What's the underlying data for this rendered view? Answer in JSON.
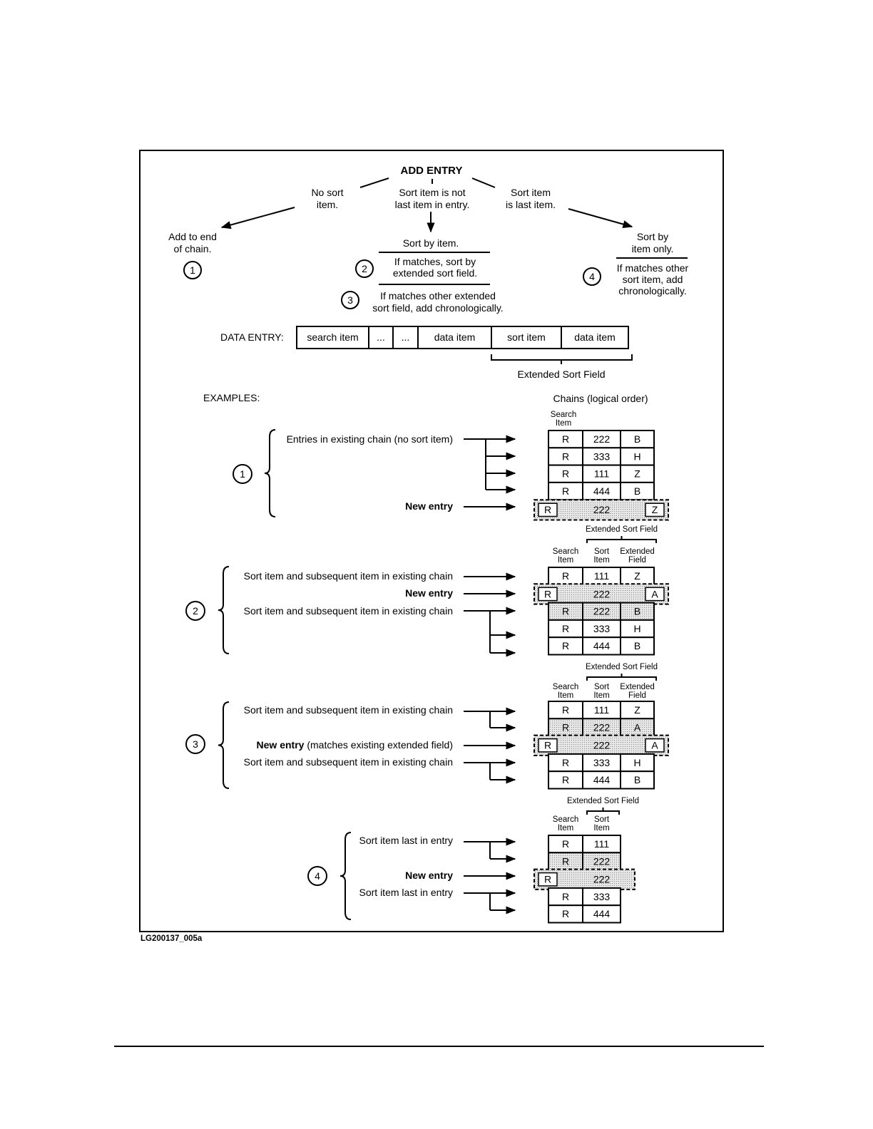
{
  "header": {
    "title": "ADD ENTRY",
    "branches": {
      "left": [
        "No sort",
        "item."
      ],
      "middle": [
        "Sort item is not",
        "last item in entry."
      ],
      "right": [
        "Sort item",
        "is last item."
      ]
    }
  },
  "outcomes": {
    "add_to_end": [
      "Add to end",
      "of chain."
    ],
    "sort_by_item": "Sort by item.",
    "matches_sort": [
      "If matches, sort by",
      "extended sort field."
    ],
    "matches_other": [
      "If matches other extended",
      "sort field, add chronologically."
    ],
    "sort_by_item_only": [
      "Sort by",
      "item only."
    ],
    "matches_other_sort": [
      "If matches other",
      "sort item, add",
      "chronologically."
    ]
  },
  "markers": [
    "1",
    "2",
    "3",
    "4"
  ],
  "data_entry": {
    "label": "DATA ENTRY:",
    "fields": [
      "search item",
      "...",
      "...",
      "data item",
      "sort item",
      "data item"
    ],
    "extended_label": "Extended Sort Field"
  },
  "examples": {
    "label": "EXAMPLES:",
    "chains_label": "Chains (logical order)",
    "col_search": [
      "Search",
      "Item"
    ],
    "col_sort": [
      "Sort",
      "Item"
    ],
    "col_extended": [
      "Extended",
      "Field"
    ],
    "extended_sort_field": "Extended Sort Field",
    "new_entry": "New entry",
    "ex1": {
      "existing": "Entries in existing chain (no sort item)",
      "rows": [
        [
          "R",
          "222",
          "B"
        ],
        [
          "R",
          "333",
          "H"
        ],
        [
          "R",
          "111",
          "Z"
        ],
        [
          "R",
          "444",
          "B"
        ]
      ],
      "new_row": [
        "R",
        "222",
        "Z"
      ]
    },
    "ex2": {
      "text_a": "Sort item and subsequent item in existing chain",
      "text_b": "Sort item and subsequent item in existing chain",
      "rows_before": [
        [
          "R",
          "111",
          "Z"
        ]
      ],
      "new_row": [
        "R",
        "222",
        "A"
      ],
      "rows_after": [
        [
          "R",
          "222",
          "B"
        ],
        [
          "R",
          "333",
          "H"
        ],
        [
          "R",
          "444",
          "B"
        ]
      ]
    },
    "ex3": {
      "text_a": "Sort item and subsequent item in existing chain",
      "new_suffix": "(matches existing extended field)",
      "text_b": "Sort item and subsequent item in existing chain",
      "rows_before": [
        [
          "R",
          "111",
          "Z"
        ],
        [
          "R",
          "222",
          "A"
        ]
      ],
      "new_row": [
        "R",
        "222",
        "A"
      ],
      "rows_after": [
        [
          "R",
          "333",
          "H"
        ],
        [
          "R",
          "444",
          "B"
        ]
      ]
    },
    "ex4": {
      "text_a": "Sort item last in entry",
      "text_b": "Sort item last in entry",
      "rows_before": [
        [
          "R",
          "111"
        ],
        [
          "R",
          "222"
        ]
      ],
      "new_row": [
        "R",
        "222"
      ],
      "rows_after": [
        [
          "R",
          "333"
        ],
        [
          "R",
          "444"
        ]
      ]
    }
  },
  "figure_id": "LG200137_005a"
}
